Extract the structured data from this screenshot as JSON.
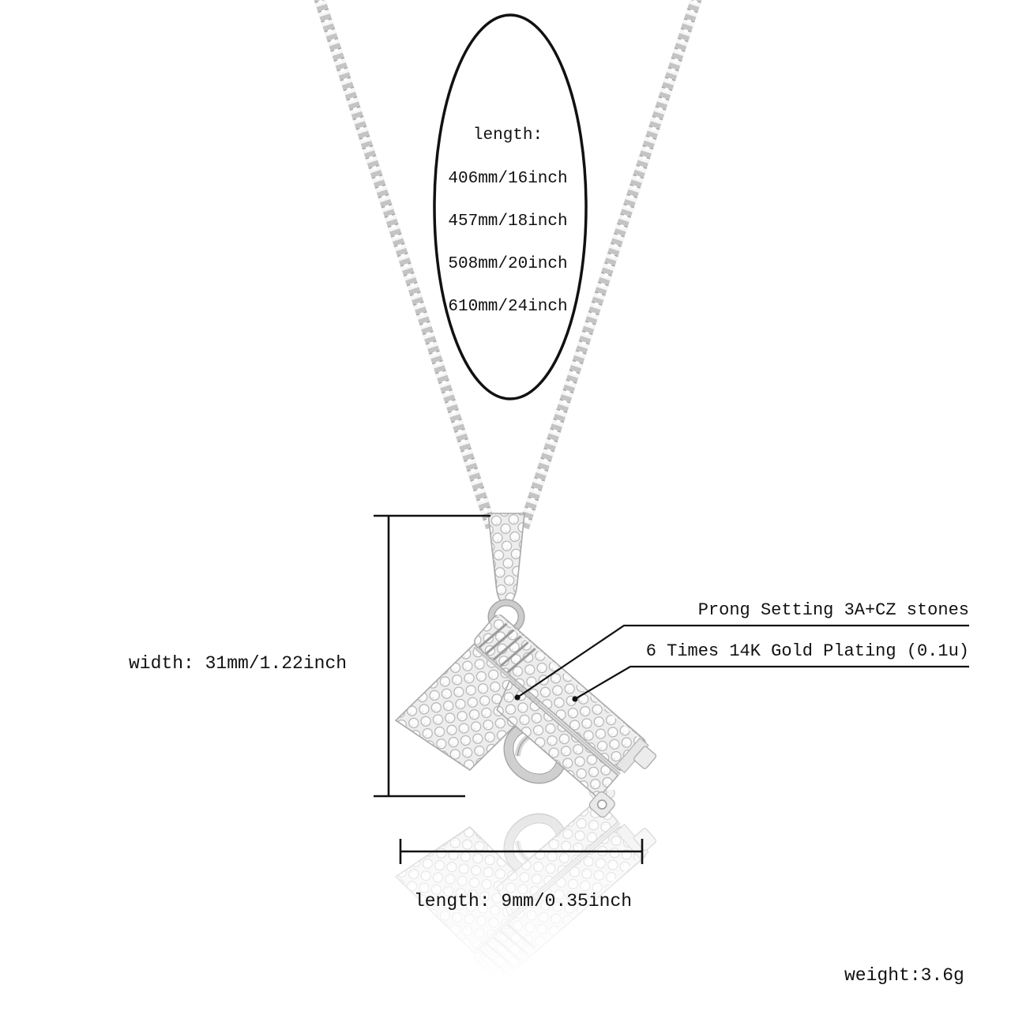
{
  "oval": {
    "title": "length:",
    "options": [
      "406mm/16inch",
      "457mm/18inch",
      "508mm/20inch",
      "610mm/24inch"
    ]
  },
  "callouts": {
    "stones": "Prong Setting 3A+CZ stones",
    "plating": "6 Times 14K Gold Plating (0.1u)"
  },
  "dims": {
    "width": "width: 31mm/1.22inch",
    "length": "length: 9mm/0.35inch",
    "weight": "weight:3.6g"
  },
  "colors": {
    "ink": "#111111",
    "chain": "#c4c4c4",
    "stone_outline": "#b3b3b3",
    "metal": "#e6e6e6",
    "background": "#ffffff"
  }
}
